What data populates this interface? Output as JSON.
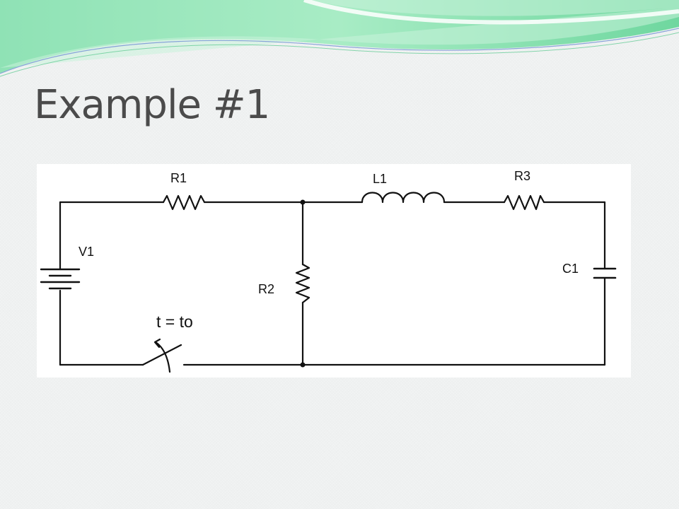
{
  "slide": {
    "title": "Example #1"
  },
  "circuit": {
    "components": [
      {
        "id": "r1",
        "type": "resistor",
        "label": "R1"
      },
      {
        "id": "r2",
        "type": "resistor",
        "label": "R2"
      },
      {
        "id": "r3",
        "type": "resistor",
        "label": "R3"
      },
      {
        "id": "l1",
        "type": "inductor",
        "label": "L1"
      },
      {
        "id": "c1",
        "type": "capacitor",
        "label": "C1"
      },
      {
        "id": "v1",
        "type": "battery",
        "label": "V1"
      },
      {
        "id": "sw",
        "type": "switch",
        "label": "t = to"
      }
    ]
  },
  "colors": {
    "title": "#4b4b4b",
    "wire": "#111111",
    "wave_light": "#b4eecb",
    "wave_mid": "#7fdcaa",
    "wave_dark": "#56c88c",
    "accent_line": "#7d9bd6"
  }
}
